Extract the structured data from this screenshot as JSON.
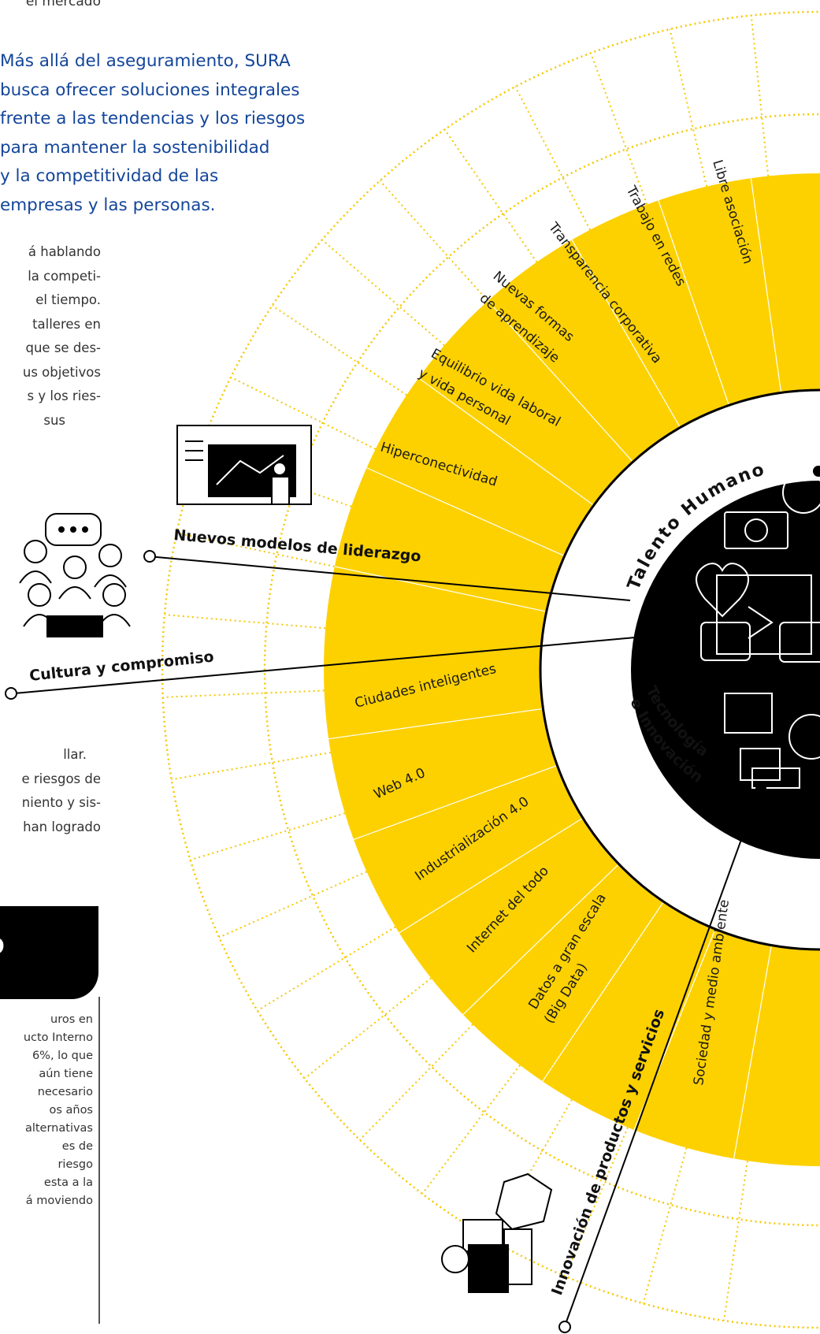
{
  "top_fragment": "el  mercado",
  "quote_lines": [
    "Más allá del aseguramiento, SURA",
    "busca ofrecer soluciones integrales",
    "frente a las tendencias y los riesgos",
    "para mantener la sostenibilidad",
    "y la competitividad de las",
    "empresas y las personas."
  ],
  "body_upper": [
    "á  hablando",
    "la  competi-",
    "el tiempo.",
    "talleres  en",
    "que  se  des-",
    "us objetivos",
    "s y los ries-",
    "sus"
  ],
  "body_lower": [
    "llar.",
    "e riesgos de",
    "niento y sis-",
    "han  logrado"
  ],
  "sidebox": {
    "head_char": "O",
    "lines": [
      "uros en",
      "ucto Interno",
      "6%, lo que",
      "aún tiene",
      "necesario",
      "",
      "",
      "os años",
      "alternativas",
      "es de",
      "riesgo",
      "esta a la",
      "á moviendo"
    ]
  },
  "wheel": {
    "colors": {
      "yellow": "#fdd100",
      "black": "#000000",
      "dotted": "#f5c800"
    },
    "talento_segments": [
      "Libre asociación",
      "Trabajo en redes",
      "Transparencia corporativa",
      "Nuevas formas",
      "de aprendizaje",
      "Equilibrio vida laboral",
      "y vida personal",
      "Hiperconectividad"
    ],
    "tecno_segments": [
      "Ciudades inteligentes",
      "Web 4.0",
      "Industrialización 4.0",
      "Internet del todo",
      "Datos a gran escala",
      "(Big Data)"
    ],
    "sociedad_label": "Sociedad y medio ambiente",
    "inner_talento": "Talento Humano",
    "inner_tecno_1": "Tecnología",
    "inner_tecno_2": "e Innovación",
    "callouts": {
      "liderazgo": "Nuevos modelos de liderazgo",
      "cultura": "Cultura y compromiso",
      "innovacion": "Innovación de productos y servicios"
    },
    "icons": {
      "liderazgo": "presentation-chart-icon",
      "cultura": "team-chat-icon",
      "innovacion": "hand-tablet-icon",
      "center": "technology-collage-icon"
    }
  }
}
